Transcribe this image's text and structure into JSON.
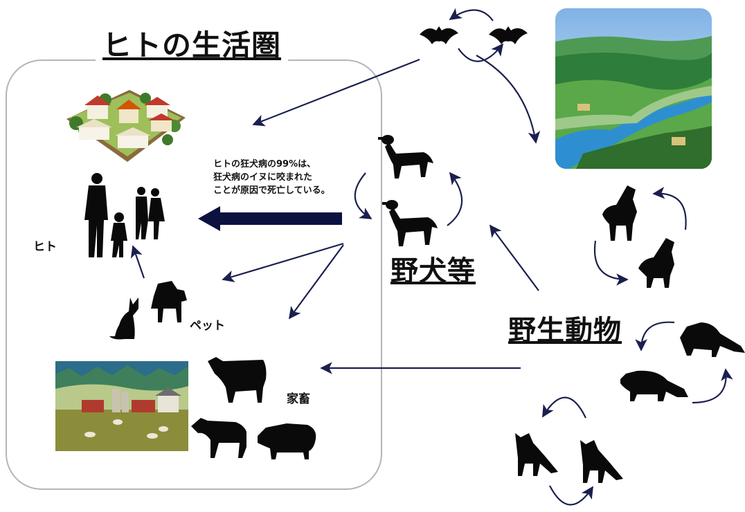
{
  "zone": {
    "title": "ヒトの生活圏"
  },
  "nodes": {
    "dogs_label": "野犬等",
    "wildlife_label": "野生動物",
    "human_label": "ヒト",
    "pet_label": "ペット",
    "livestock_label": "家畜"
  },
  "note": {
    "lines": [
      "ヒトの狂犬病の99%は、",
      "狂犬病のイヌに咬まれた",
      "ことが原因で死亡している。"
    ]
  },
  "colors": {
    "arrow": "#1a1f4e",
    "silhouette": "#0a0a0a",
    "zone_border": "#b4b4bc",
    "bold_arrow": "#0b1240"
  }
}
